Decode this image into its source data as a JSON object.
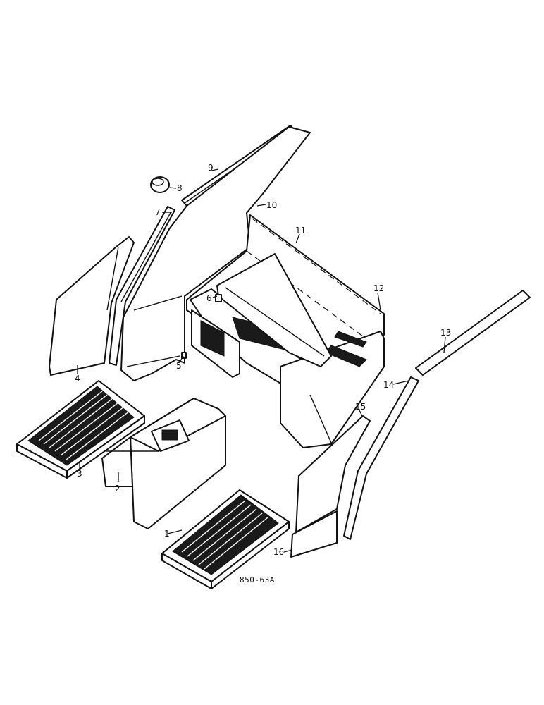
{
  "callouts": [
    "1",
    "2",
    "3",
    "4",
    "5",
    "6",
    "7",
    "8",
    "9",
    "10",
    "11",
    "12",
    "13",
    "14",
    "15",
    "16"
  ],
  "figure_code": "850-63A"
}
